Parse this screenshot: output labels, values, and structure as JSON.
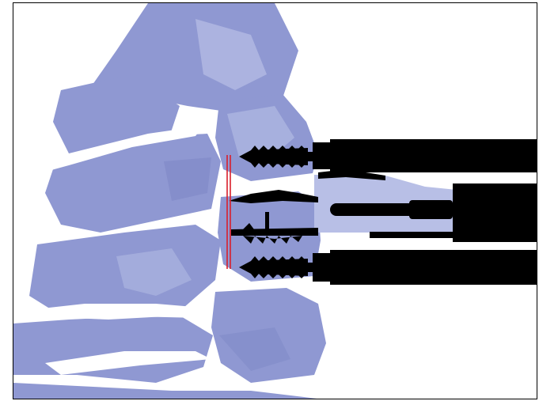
{
  "figure": {
    "description_labels": [],
    "colors": {
      "bone": "#8f98d2",
      "bone_dark": "#7e87c6",
      "bone_light": "#b8bfe6",
      "gap": "#ffffff",
      "instrument": "#000000",
      "marker_line": "#d91e2a",
      "frame": "#000000"
    },
    "elements": {
      "spine": "cervical-vertebrae-lateral-view",
      "upper_screw": "bone-screw",
      "lower_screw": "bone-screw",
      "upper_instrument": "screw-driver-shaft",
      "lower_instrument": "screw-driver-shaft",
      "middle_instrument": "distractor-instrument",
      "implant": "interbody-cage-with-teeth",
      "marker": "red-reference-lines"
    }
  }
}
